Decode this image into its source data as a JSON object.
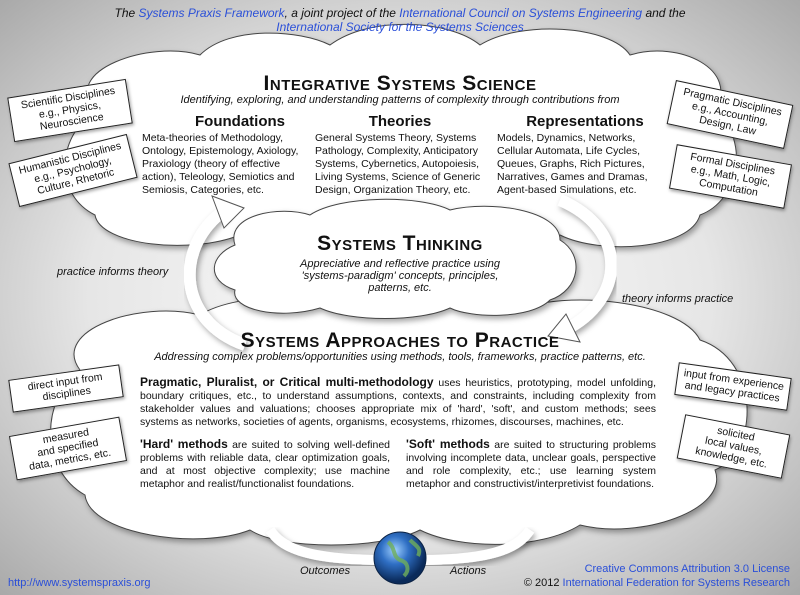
{
  "header": {
    "prefix": "The",
    "framework": "Systems Praxis Framework",
    "mid": ", a joint project of the",
    "council": "International Council on Systems Engineering",
    "and": "and the",
    "society": "International Society for the Systems Sciences"
  },
  "science": {
    "title": "Integrative Systems Science",
    "subtitle": "Identifying, exploring, and understanding patterns of complexity through contributions from",
    "columns": [
      {
        "title": "Foundations",
        "body": "Meta-theories of Methodology, Ontology, Epistemology, Axiology, Praxiology (theory of effective action), Teleology, Semiotics and Semiosis, Categories, etc."
      },
      {
        "title": "Theories",
        "body": "General Systems Theory, Systems Pathology, Complexity, Anticipatory Systems, Cybernetics, Autopoiesis, Living Systems, Science of Generic Design, Organization Theory, etc."
      },
      {
        "title": "Representations",
        "body": "Models, Dynamics, Networks, Cellular Automata, Life Cycles, Queues, Graphs, Rich Pictures, Narratives, Games and Dramas, Agent-based Simulations, etc."
      }
    ]
  },
  "side_boxes": {
    "scientific": [
      "Scientific Disciplines",
      "e.g., Physics,",
      "Neuroscience"
    ],
    "humanistic": [
      "Humanistic Disciplines",
      "e.g., Psychology,",
      "Culture, Rhetoric"
    ],
    "pragmatic": [
      "Pragmatic Disciplines",
      "e.g., Accounting,",
      "Design, Law"
    ],
    "formal": [
      "Formal Disciplines",
      "e.g., Math, Logic,",
      "Computation"
    ],
    "direct_input": [
      "direct input from",
      "disciplines"
    ],
    "measured": [
      "measured",
      "and specified",
      "data, metrics, etc."
    ],
    "experience": [
      "input from experience",
      "and legacy practices"
    ],
    "solicited": [
      "solicited",
      "local values,",
      "knowledge, etc."
    ]
  },
  "thinking": {
    "title": "Systems Thinking",
    "subtitle": "Appreciative and reflective practice using 'systems-paradigm' concepts, principles, patterns, etc."
  },
  "labels": {
    "practice_informs": "practice informs theory",
    "theory_informs": "theory informs practice",
    "outcomes": "Outcomes",
    "actions": "Actions"
  },
  "practice": {
    "title": "Systems Approaches to Practice",
    "subtitle": "Addressing complex problems/opportunities using methods, tools, frameworks, practice patterns, etc.",
    "multi_lead": "Pragmatic, Pluralist, or Critical multi-methodology",
    "multi_body": "uses heuristics, prototyping, model unfolding, boundary critiques, etc., to understand assumptions, contexts, and constraints, including complexity from stakeholder values and valuations; chooses appropriate mix of 'hard', 'soft', and custom methods; sees systems as networks, societies of agents, organisms, ecosystems, rhizomes, discourses, machines, etc.",
    "hard_lead": "'Hard' methods",
    "hard_body": "are suited to solving well-defined problems with reliable data, clear optimization goals, and at most objective complexity; use machine metaphor and realist/functionalist foundations.",
    "soft_lead": "'Soft' methods",
    "soft_body": "are suited to structuring problems involving incomplete data, unclear goals, perspective and role complexity, etc.; use learning system metaphor and constructivist/interpretivist foundations."
  },
  "footer": {
    "url": "http://www.systemspraxis.org",
    "license": "Creative Commons Attribution 3.0 License",
    "copyright": "© 2012",
    "federation": "International Federation for Systems Research"
  },
  "colors": {
    "link": "#2a4fd8",
    "cloud": "#ffffff",
    "outline": "#333333"
  }
}
